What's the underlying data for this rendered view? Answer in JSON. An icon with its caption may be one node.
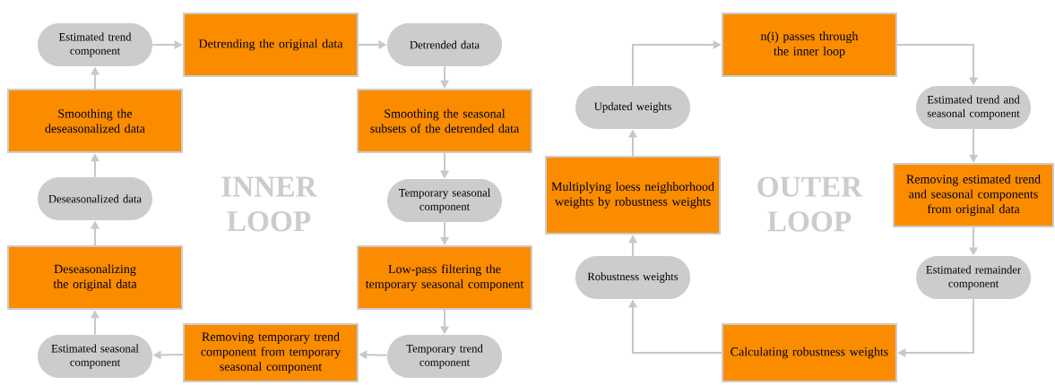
{
  "diagram": {
    "nodes": [
      {
        "text": [
          "Estimated trend component"
        ]
      },
      {
        "text": [
          "Detrending the original data"
        ]
      },
      {
        "text": [
          "Detrended data"
        ]
      },
      {
        "text": [
          "Smoothing the seasonal subsets of the detrended data"
        ]
      },
      {
        "text": [
          "Temporary seasonal component"
        ]
      },
      {
        "text": [
          "Low-pass filtering the temporary seasonal component"
        ]
      },
      {
        "text": [
          "Temporary trend component"
        ]
      },
      {
        "text": [
          "Removing temporary trend component from temporary seasonal component"
        ]
      },
      {
        "text": [
          "Estimated seasonal component"
        ]
      },
      {
        "text": [
          "Deseasonalizing the original data"
        ]
      },
      {
        "text": [
          "Deseasonalized data"
        ]
      },
      {
        "text": [
          "Smoothing the deseasonalized data"
        ]
      },
      {
        "text": [
          "n(i) passes through the inner loop"
        ]
      },
      {
        "text": [
          "Estimated trend and seasonal component"
        ]
      },
      {
        "text": [
          "Removing estimated trend and seasonal components from original data"
        ]
      },
      {
        "text": [
          "Estimated remainder component"
        ]
      },
      {
        "text": [
          "Calculating robustness weights"
        ]
      },
      {
        "text": [
          "Robustness weights"
        ]
      },
      {
        "text": [
          "Multiplying loess neighborhood weights by robustness weights"
        ]
      },
      {
        "text": [
          "Updated weights"
        ]
      }
    ],
    "edges": [
      {
        "from": 0,
        "to": 1,
        "arrow": "to"
      },
      {
        "from": 1,
        "to": 2,
        "arrow": "to"
      },
      {
        "from": 2,
        "to": 3,
        "arrow": "to"
      },
      {
        "from": 3,
        "to": 4,
        "arrow": "to"
      },
      {
        "from": 4,
        "to": 5,
        "arrow": "to"
      },
      {
        "from": 5,
        "to": 6,
        "arrow": "to"
      },
      {
        "from": 6,
        "to": 7,
        "arrow": "to"
      },
      {
        "from": 7,
        "to": 8,
        "arrow": "to"
      },
      {
        "from": 8,
        "to": 9,
        "arrow": "to"
      },
      {
        "from": 9,
        "to": 10,
        "arrow": "to"
      },
      {
        "from": 10,
        "to": 11,
        "arrow": "to"
      },
      {
        "from": 11,
        "to": 0,
        "arrow": "to"
      },
      {
        "from": 12,
        "to": 13,
        "arrow": "to"
      },
      {
        "from": 13,
        "to": 14,
        "arrow": "to"
      },
      {
        "from": 14,
        "to": 15,
        "arrow": "to"
      },
      {
        "from": 15,
        "to": 16,
        "arrow": "to"
      },
      {
        "from": 16,
        "to": 17,
        "arrow": "to"
      },
      {
        "from": 17,
        "to": 18,
        "arrow": "to"
      },
      {
        "from": 18,
        "to": 19,
        "arrow": "to"
      },
      {
        "from": 19,
        "to": 12,
        "arrow": "to"
      }
    ],
    "labels": [
      "INNER LOOP",
      "OUTER LOOP"
    ]
  }
}
